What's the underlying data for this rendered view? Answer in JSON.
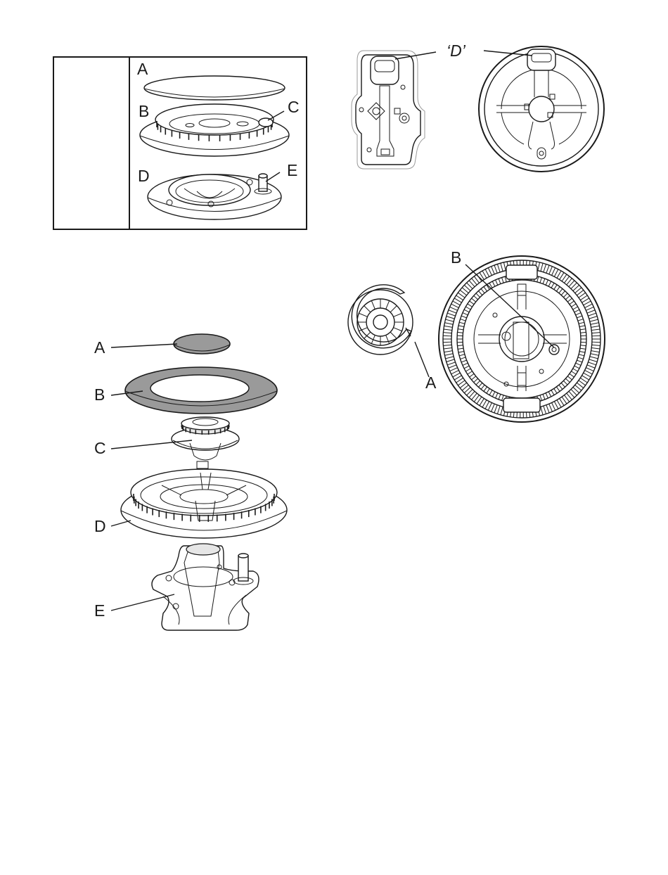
{
  "figure_top_left": {
    "labels": {
      "a": "A",
      "b": "B",
      "c": "C",
      "d": "D",
      "e": "E"
    }
  },
  "figure_top_right": {
    "labels": {
      "d": "‘D’"
    }
  },
  "figure_bottom_left": {
    "labels": {
      "a": "A",
      "b": "B",
      "c": "C",
      "d": "D",
      "e": "E"
    }
  },
  "figure_bottom_right": {
    "labels": {
      "a": "A",
      "b": "B"
    }
  },
  "colors": {
    "line": "#1a1a1a",
    "grey_fill": "#9a9a9a",
    "light_fill": "#e6e6e6",
    "background": "#ffffff"
  }
}
